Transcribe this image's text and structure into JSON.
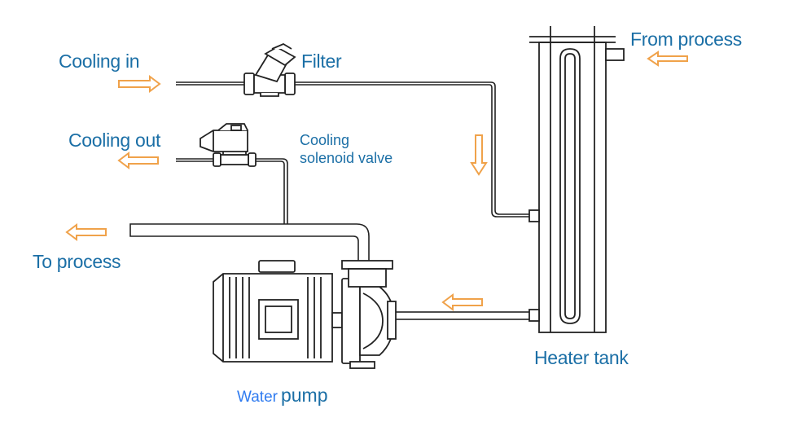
{
  "labels": {
    "cooling_in": "Cooling in",
    "filter": "Filter",
    "cooling_out": "Cooling out",
    "solenoid_line1": "Cooling",
    "solenoid_line2": "solenoid valve",
    "from_process": "From process",
    "to_process": "To process",
    "heater_tank": "Heater tank",
    "pump_word1": "Water",
    "pump_word2": "pump"
  },
  "colors": {
    "label_text": "#1b6fa6",
    "water_word": "#2f7bf0",
    "flow_arrow": "#f0a24a",
    "line_art": "#222222"
  },
  "icons": [
    "arrow-right-icon",
    "arrow-left-icon",
    "arrow-down-icon",
    "filter-icon",
    "solenoid-valve-icon",
    "water-pump-icon",
    "heater-tank-icon"
  ]
}
